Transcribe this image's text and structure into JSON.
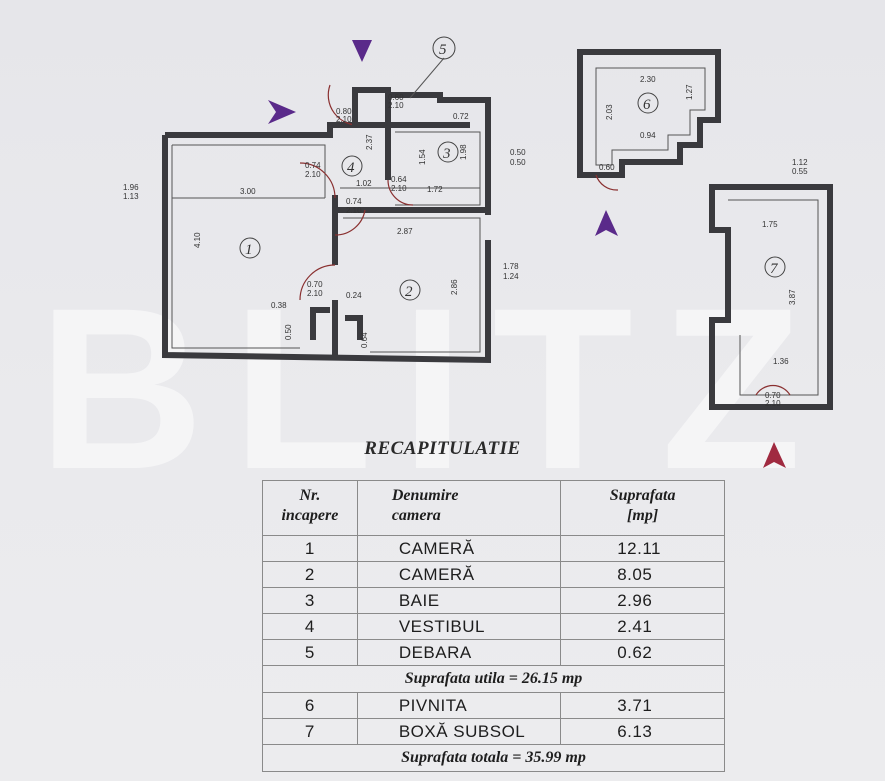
{
  "watermark": "BLITZ",
  "plan": {
    "rooms": [
      {
        "id": "1"
      },
      {
        "id": "2"
      },
      {
        "id": "3"
      },
      {
        "id": "4"
      },
      {
        "id": "5"
      },
      {
        "id": "6"
      },
      {
        "id": "7"
      }
    ],
    "dims": {
      "d300": "3.00",
      "d410": "4.10",
      "d196": "1.96",
      "d113": "1.13",
      "d287": "2.87",
      "d286": "2.86",
      "d178": "1.78",
      "d124": "1.24",
      "d072": "0.72",
      "d198": "1.98",
      "d154": "1.54",
      "d050a": "0.50",
      "d050b": "0.50",
      "d102": "1.02",
      "d172": "1.72",
      "d064a": "0.64",
      "d210a": "2.10",
      "d074a": "0.74",
      "d210b": "2.10",
      "d074b": "0.74",
      "d210c": "2.10",
      "d070a": "0.70",
      "d210d": "2.10",
      "d038": "0.38",
      "d024": "0.24",
      "d050c": "0.50",
      "d064b": "0.64",
      "d237": "2.37",
      "d080": "0.80",
      "d210e": "2.10",
      "d060": "0.60",
      "d210f": "2.10",
      "d230": "2.30",
      "d203": "2.03",
      "d127": "1.27",
      "d094": "0.94",
      "d060b": "0.60",
      "d112": "1.12",
      "d055": "0.55",
      "d175": "1.75",
      "d387": "3.87",
      "d136": "1.36",
      "d070b": "0.70",
      "d210g": "2.10"
    }
  },
  "summary": {
    "title": "RECAPITULATIE",
    "headers": {
      "nr_1": "Nr.",
      "nr_2": "incapere",
      "name_1": "Denumire",
      "name_2": "camera",
      "area_1": "Suprafata",
      "area_2": "[mp]"
    },
    "rows": [
      {
        "nr": "1",
        "name": "CAMERĂ",
        "area": "12.11"
      },
      {
        "nr": "2",
        "name": "CAMERĂ",
        "area": "8.05"
      },
      {
        "nr": "3",
        "name": "BAIE",
        "area": "2.96"
      },
      {
        "nr": "4",
        "name": "VESTIBUL",
        "area": "2.41"
      },
      {
        "nr": "5",
        "name": "DEBARA",
        "area": "0.62"
      }
    ],
    "utila": "Suprafata utila = 26.15 mp",
    "rows2": [
      {
        "nr": "6",
        "name": "PIVNITA",
        "area": "3.71"
      },
      {
        "nr": "7",
        "name": "BOXĂ SUBSOL",
        "area": "6.13"
      }
    ],
    "totala": "Suprafata totala = 35.99 mp"
  }
}
